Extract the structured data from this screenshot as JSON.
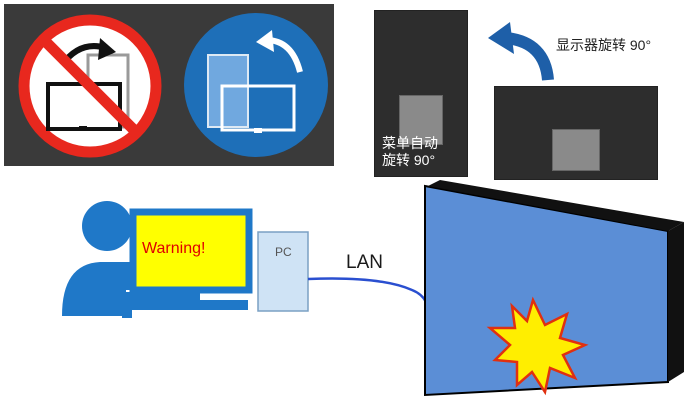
{
  "diagram": {
    "rotate_label": "显示器旋转 90°",
    "menu_line1": "菜单自动",
    "menu_line2": "旋转 90°",
    "warning_text": "Warning!",
    "pc_label": "PC",
    "lan_label": "LAN"
  },
  "colors": {
    "panel_dark": "#3a3a3a",
    "prohibit_red": "#e8281e",
    "allow_blue": "#1e6fb8",
    "person_blue": "#1f78c8",
    "screen_yellow": "#ffff00",
    "display_blue": "#5b8ed6",
    "burst_yellow": "#ffee00"
  }
}
